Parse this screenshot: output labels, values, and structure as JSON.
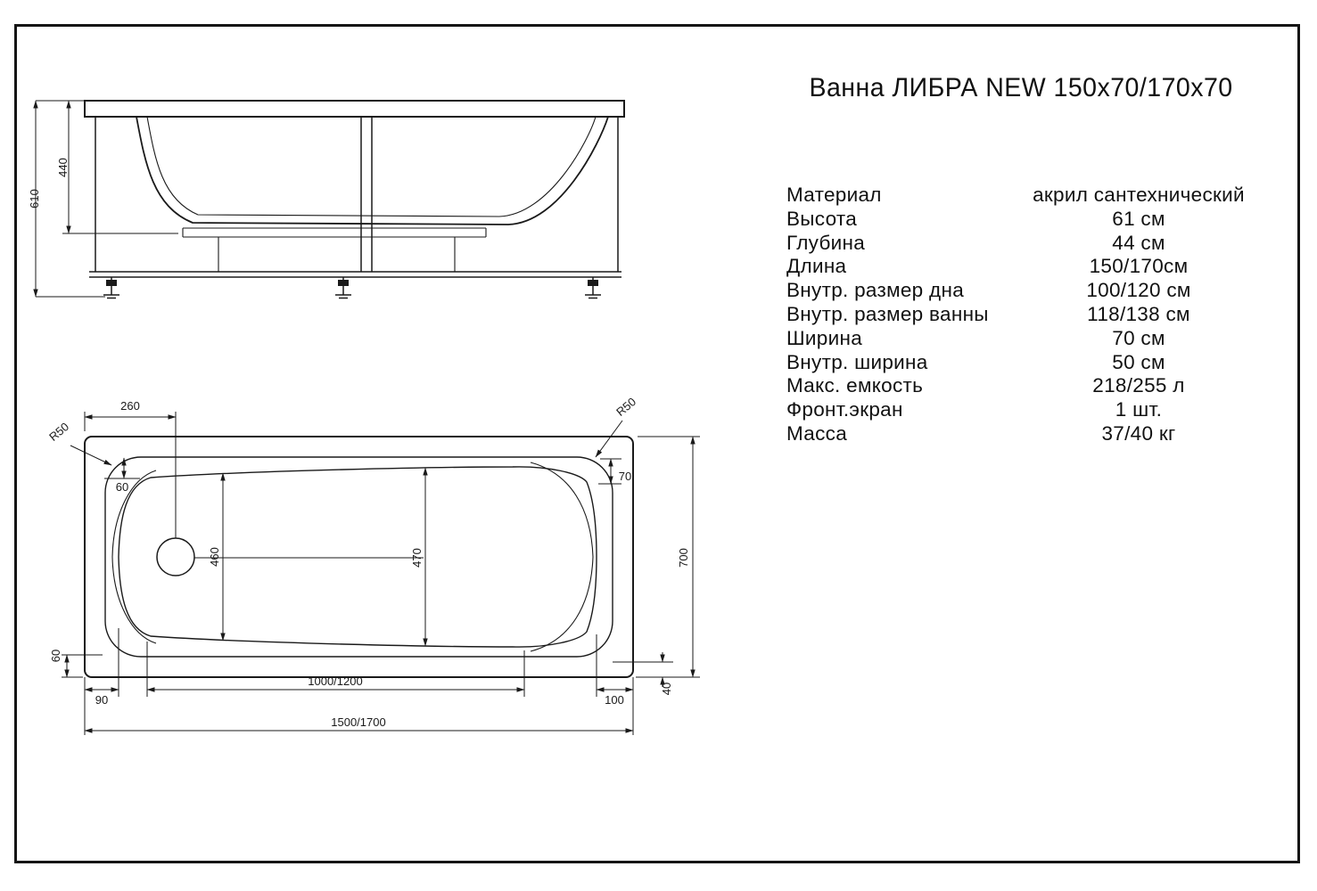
{
  "drawing": {
    "title": "Ванна ЛИБРА NEW 150x70/170x70"
  },
  "specs": {
    "rows": [
      {
        "label": "Материал",
        "value": "акрил сантехнический"
      },
      {
        "label": "Высота",
        "value": "61 см"
      },
      {
        "label": "Глубина",
        "value": "44 см"
      },
      {
        "label": "Длина",
        "value": "150/170см"
      },
      {
        "label": "Внутр. размер дна",
        "value": "100/120 см"
      },
      {
        "label": "Внутр. размер ванны",
        "value": "118/138 см"
      },
      {
        "label": "Ширина",
        "value": "70 см"
      },
      {
        "label": "Внутр. ширина",
        "value": "50 см"
      },
      {
        "label": "Макс. емкость",
        "value": "218/255 л"
      },
      {
        "label": "Фронт.экран",
        "value": "1 шт."
      },
      {
        "label": "Масса",
        "value": "37/40 кг"
      }
    ]
  },
  "side_view": {
    "height_overall": "610",
    "depth_inner": "440"
  },
  "plan_view": {
    "drain_offset": "260",
    "radius_left": "R50",
    "radius_right": "R50",
    "rim_top_left": "60",
    "rim_top_right": "70",
    "inner_width_left": "460",
    "inner_width_center": "470",
    "width_overall": "700",
    "rim_bottom_left": "60",
    "floor_offset_left": "90",
    "floor_length": "1000/1200",
    "floor_offset_right": "100",
    "rim_bottom_right": "40",
    "length_overall": "1500/1700"
  }
}
